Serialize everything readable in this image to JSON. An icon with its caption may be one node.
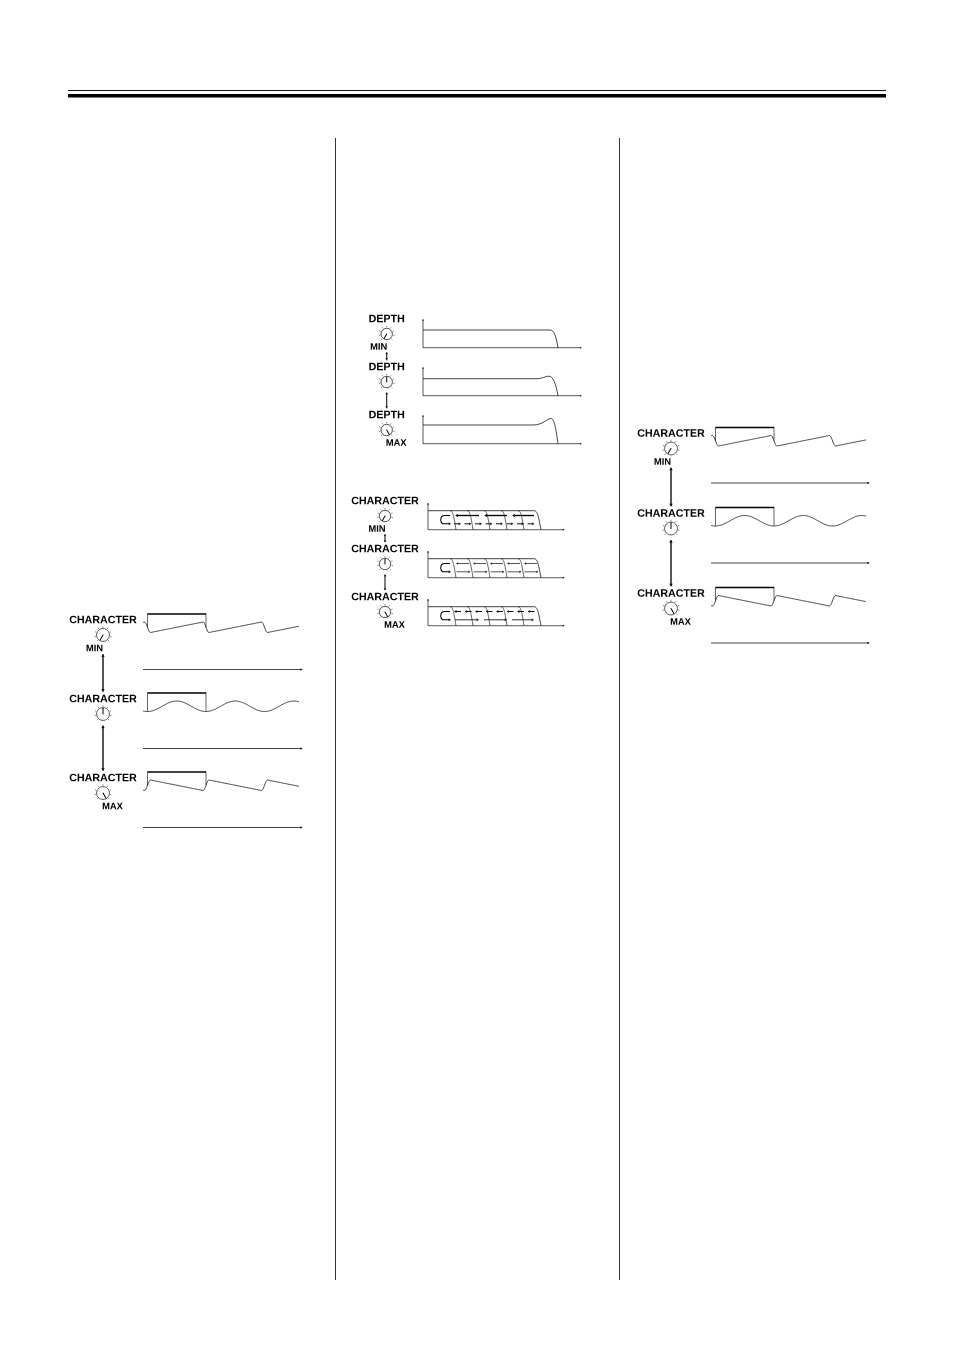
{
  "diagram": {
    "nodes": [
      {
        "text": [
          "CHARACTER"
        ],
        "beside": [
          "MIN"
        ]
      },
      {
        "text": [
          "CHARACTER"
        ]
      },
      {
        "text": [
          "CHARACTER"
        ],
        "beside": [
          "MAX"
        ]
      },
      {
        "text": [
          "DEPTH"
        ],
        "beside": [
          "MIN"
        ]
      },
      {
        "text": [
          "DEPTH"
        ]
      },
      {
        "text": [
          "DEPTH"
        ],
        "beside": [
          "MAX"
        ]
      },
      {
        "text": [
          "CHARACTER"
        ],
        "beside": [
          "MIN"
        ]
      },
      {
        "text": [
          "CHARACTER"
        ]
      },
      {
        "text": [
          "CHARACTER"
        ],
        "beside": [
          "MAX"
        ]
      },
      {
        "text": [
          "CHARACTER"
        ],
        "beside": [
          "MIN"
        ]
      },
      {
        "text": [
          "CHARACTER"
        ]
      },
      {
        "text": [
          "CHARACTER"
        ],
        "beside": [
          "MAX"
        ]
      }
    ],
    "edges": [
      {
        "from": 0,
        "to": 1,
        "arrow": "both"
      },
      {
        "from": 1,
        "to": 2,
        "arrow": "both"
      },
      {
        "from": 3,
        "to": 4,
        "arrow": "both"
      },
      {
        "from": 4,
        "to": 5,
        "arrow": "both"
      },
      {
        "from": 6,
        "to": 7,
        "arrow": "both"
      },
      {
        "from": 7,
        "to": 8,
        "arrow": "both"
      },
      {
        "from": 9,
        "to": 10,
        "arrow": "both"
      },
      {
        "from": 10,
        "to": 11,
        "arrow": "both"
      }
    ]
  }
}
